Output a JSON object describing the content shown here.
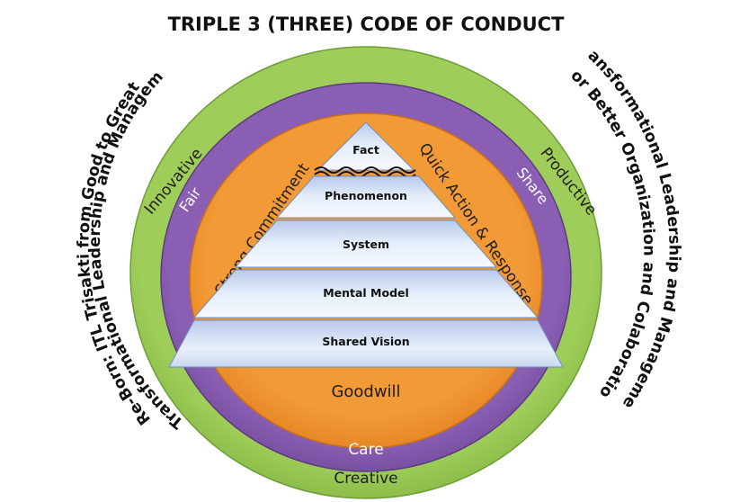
{
  "title": "TRIPLE 3 (THREE) CODE OF CONDUCT",
  "left_arc": {
    "line1": "Re-Born: ITL Trisakti from Good to Great",
    "line2": "by Transformational Leadership and Management"
  },
  "right_arc": {
    "line1": "Transformational Leadership and Management",
    "line2": "for Better Organization and Colaboration"
  },
  "outer_ring": {
    "left": "Innovative",
    "right": "Productive",
    "bottom": "Creative"
  },
  "middle_ring": {
    "left": "Fair",
    "right": "Share",
    "bottom": "Care"
  },
  "inner_ring": {
    "left": "Strong Commitment",
    "right": "Quick Action & Response",
    "bottom": "Goodwill"
  },
  "pyramid": {
    "layers": [
      "Fact",
      "Phenomenon",
      "System",
      "Mental Model",
      "Shared Vision"
    ]
  },
  "colors": {
    "outer_ring": "#92c44e",
    "middle_ring": "#7d55a5",
    "inner_ring": "#f0922c",
    "pyramid": "#dde8f6"
  }
}
